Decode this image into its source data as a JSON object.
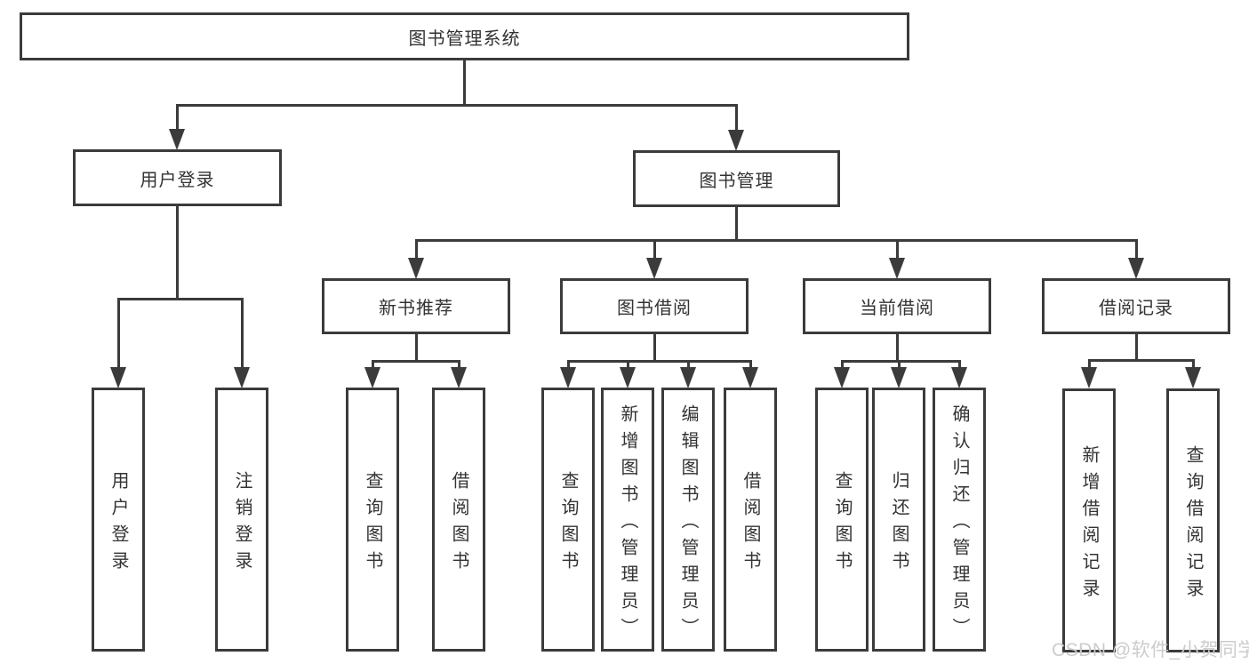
{
  "diagram_title": "图书管理系统",
  "nodes": {
    "root": "图书管理系统",
    "level2": [
      "用户登录",
      "图书管理"
    ],
    "level3": [
      "新书推荐",
      "图书借阅",
      "当前借阅",
      "借阅记录"
    ],
    "leaves": {
      "user_login": [
        "用户登录",
        "注销登录"
      ],
      "new_book_recommend": [
        "查询图书",
        "借阅图书"
      ],
      "book_borrow": [
        "查询图书",
        "新增图书（管理员）",
        "编辑图书（管理员）",
        "借阅图书"
      ],
      "current_borrow": [
        "查询图书",
        "归还图书",
        "确认归还（管理员）"
      ],
      "borrow_records": [
        "新增借阅记录",
        "查询借阅记录"
      ]
    }
  },
  "watermark": "CSDN @软件_小贺同学",
  "colors": {
    "line": "#3b3b3b",
    "text": "#333333",
    "watermark": "#cccccc",
    "background": "#ffffff"
  }
}
